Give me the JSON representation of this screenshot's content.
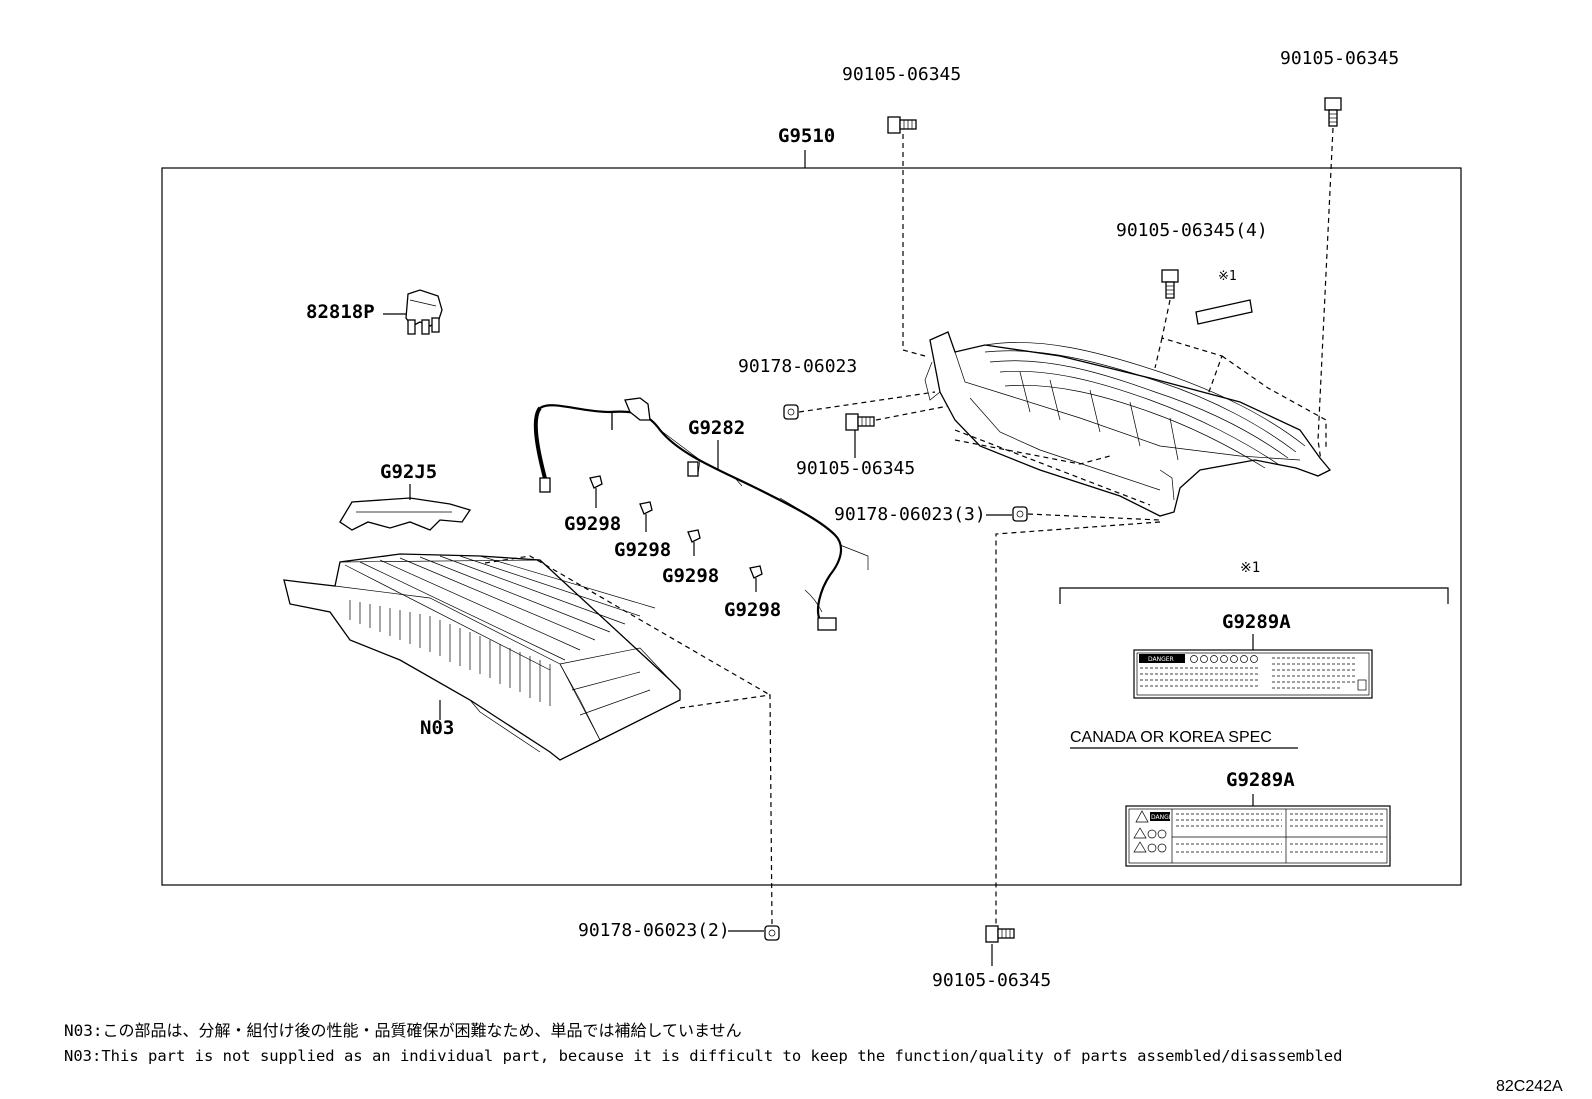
{
  "labels": {
    "bolt_top_center": "90105-06345",
    "bolt_top_right": "90105-06345",
    "assembly": "G9510",
    "bolt_cover_4": "90105-06345(4)",
    "ref_mark_top": "※1",
    "bracket": "82818P",
    "nut_a": "90178-06023",
    "harness": "G9282",
    "bolt_mid": "90105-06345",
    "nut_3": "90178-06023(3)",
    "plate": "G92J5",
    "clip_1": "G9298",
    "clip_2": "G9298",
    "clip_3": "G9298",
    "clip_4": "G9298",
    "module": "N03",
    "ref_mark_box": "※1",
    "label_1": "G9289A",
    "spec_note": "CANADA OR KOREA SPEC",
    "label_2": "G9289A",
    "nut_2": "90178-06023(2)",
    "bolt_bottom": "90105-06345",
    "danger_1": "DANGER",
    "danger_2": "DANGER"
  },
  "notes": {
    "jp": "N03:この部品は、分解・組付け後の性能・品質確保が困難なため、単品では補給していません",
    "en": "N03:This part is not supplied as an individual part, because it is difficult to keep the function/quality of parts assembled/disassembled"
  },
  "figure_code": "82C242A"
}
